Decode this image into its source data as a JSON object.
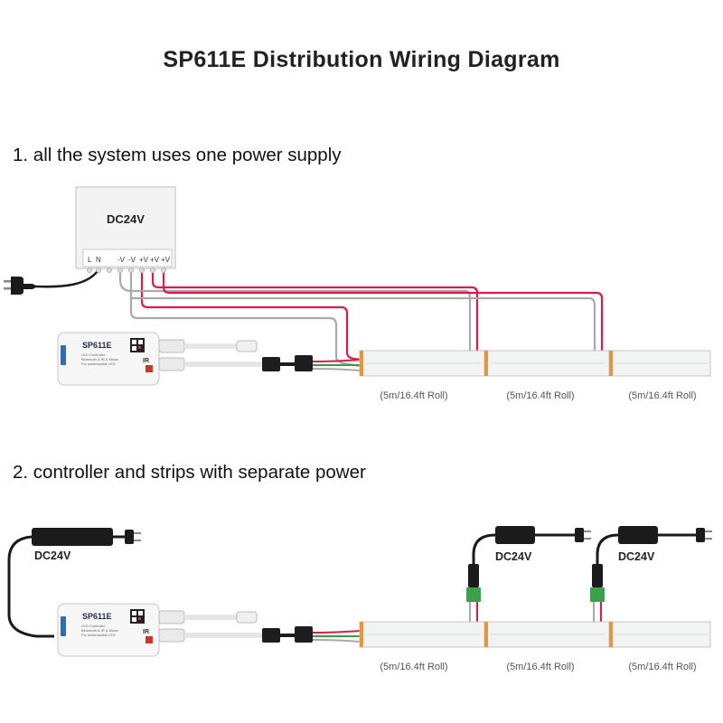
{
  "title": "SP611E  Distribution Wiring Diagram",
  "sections": [
    {
      "heading": "1. all the system uses one power supply",
      "power_supply": {
        "label": "DC24V",
        "terminals": [
          "L",
          "N",
          "-V",
          "-V",
          "+V",
          "+V",
          "+V"
        ]
      },
      "controller": {
        "name": "SP611E",
        "line1": "LED Controller",
        "line2": "Bluetooth & IR & Music",
        "line3": "For addressable LED",
        "ir_label": "IR"
      },
      "strip_labels": [
        "(5m/16.4ft Roll)",
        "(5m/16.4ft Roll)",
        "(5m/16.4ft Roll)"
      ]
    },
    {
      "heading": "2. controller and strips with separate power",
      "adapters": [
        "DC24V",
        "DC24V",
        "DC24V"
      ],
      "controller": {
        "name": "SP611E",
        "line1": "LED Controller",
        "line2": "Bluetooth & IR & Music",
        "line3": "For addressable LED",
        "ir_label": "IR"
      },
      "strip_labels": [
        "(5m/16.4ft Roll)",
        "(5m/16.4ft Roll)",
        "(5m/16.4ft Roll)"
      ]
    }
  ],
  "colors": {
    "positive_wire": "#d81b4a",
    "negative_wire": "#a9a9a9",
    "data_wire": "#3a9a45",
    "cable_black": "#1a1a1a",
    "strip_fill": "#f2f4f4"
  }
}
